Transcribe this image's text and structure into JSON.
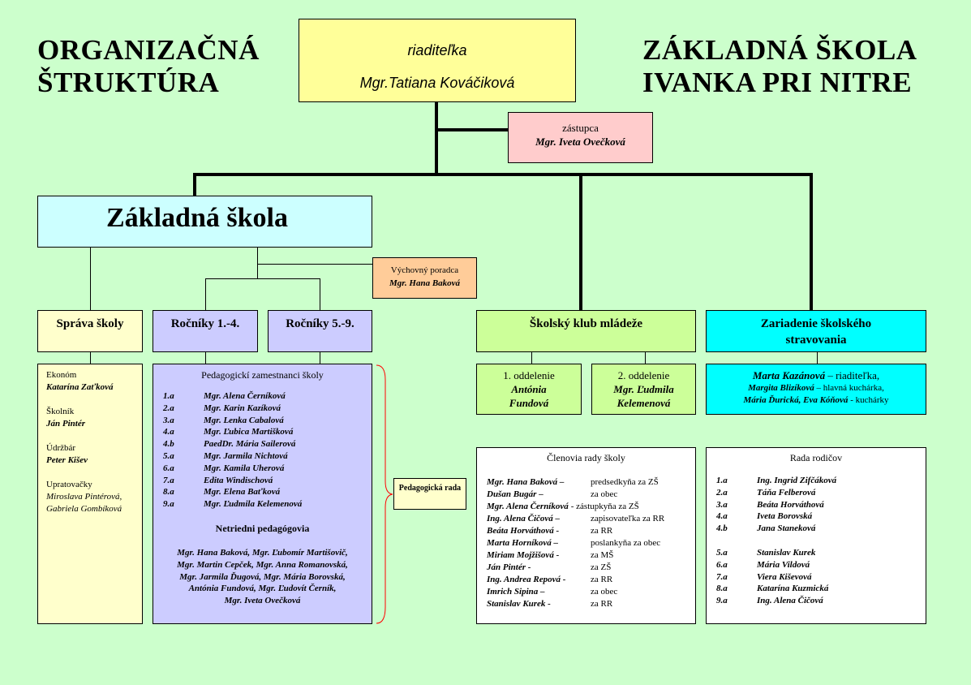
{
  "header": {
    "title_left": [
      "ORGANIZAČNÁ",
      "ŠTRUKTÚRA"
    ],
    "title_right": [
      "ZÁKLADNÁ ŠKOLA",
      "IVANKA PRI NITRE"
    ]
  },
  "director": {
    "role": "riaditeľka",
    "name": "Mgr.Tatiana Kováčiková"
  },
  "deputy": {
    "role": "zástupca",
    "name": "Mgr. Iveta Ovečková"
  },
  "school": {
    "title": "Základná škola"
  },
  "counselor": {
    "role": "Výchovný poradca",
    "name": "Mgr. Hana Baková"
  },
  "columns": {
    "sprava": "Správa školy",
    "rocniky14": "Ročníky 1.-4.",
    "rocniky59": "Ročníky 5.-9.",
    "klub": "Školský klub mládeže",
    "stravovanie": "Zariadenie školského stravovania"
  },
  "administration": [
    {
      "role": "Ekonóm",
      "name": "Katarína Zaťková"
    },
    {
      "role": "Školník",
      "name": "Ján Pintér"
    },
    {
      "role": "Údržbár",
      "name": "Peter Kišev"
    },
    {
      "role": "Upratovačky",
      "name": "Miroslava Pintérová, Gabriela Gombíková"
    }
  ],
  "teachers": {
    "title": "Pedagogickí zamestnanci školy",
    "rows": [
      {
        "cls": "1.a",
        "name": "Mgr. Alena Černíková"
      },
      {
        "cls": "2.a",
        "name": "Mgr. Karin Kazíková"
      },
      {
        "cls": "3.a",
        "name": "Mgr. Lenka Cabalová"
      },
      {
        "cls": "4.a",
        "name": "Mgr. Ľubica Martišková"
      },
      {
        "cls": "4.b",
        "name": "PaedDr. Mária Sailerová"
      },
      {
        "cls": "5.a",
        "name": "Mgr. Jarmila Nichtová"
      },
      {
        "cls": "6.a",
        "name": "Mgr. Kamila Uherová"
      },
      {
        "cls": "7.a",
        "name": "Edita Windischová"
      },
      {
        "cls": "8.a",
        "name": "Mgr. Elena Baťková"
      },
      {
        "cls": "9.a",
        "name": "Mgr. Ľudmila Kelemenová"
      }
    ],
    "subtitle": "Netriedni pedagógovia",
    "others": [
      "Mgr. Hana Baková, Mgr. Ľubomír Martišovič,",
      "Mgr. Martin Cepček, Mgr. Anna Romanovská,",
      "Mgr. Jarmila Ďugová, Mgr. Mária Borovská,",
      "Antónia Fundová, Mgr. Ľudovít Černík,",
      "Mgr. Iveta Ovečková"
    ]
  },
  "ped_rada": "Pedagogická rada",
  "club": [
    {
      "title": "1. oddelenie",
      "name": "Antónia Fundová"
    },
    {
      "title": "2. oddelenie",
      "name": "Mgr. Ľudmila Kelemenová"
    }
  ],
  "canteen": {
    "l1_name": "Marta Kazánová",
    "l1_role": " – riaditeľka,",
    "l2_name": "Margita Blizíková",
    "l2_role": " – hlavná kuchárka,",
    "l3_name": "Mária Ďurická, Eva Kóňová",
    "l3_role": " - kuchárky"
  },
  "board": {
    "title": "Členovia rady školy",
    "rows": [
      {
        "name": "Mgr. Hana Baková –",
        "role": "predsedkyňa za ZŠ"
      },
      {
        "name": "Dušan Bugár –",
        "role": "za obec"
      },
      {
        "name": "Mgr. Alena Černíková",
        "role": "- zástupkyňa za ZŠ"
      },
      {
        "name": "Ing. Alena Čičová –",
        "role": "zapisovateľka za RR"
      },
      {
        "name": "Beáta Horváthová -",
        "role": "za RR"
      },
      {
        "name": "Marta Horníková –",
        "role": "poslankyňa za obec"
      },
      {
        "name": "Miriam Mojžišová -",
        "role": "za MŠ"
      },
      {
        "name": "Ján Pintér -",
        "role": "za ZŠ"
      },
      {
        "name": "Ing. Andrea Repová -",
        "role": "za RR"
      },
      {
        "name": "Imrich Sipina –",
        "role": "za obec"
      },
      {
        "name": "Stanislav Kurek -",
        "role": "za RR"
      }
    ]
  },
  "parents": {
    "title": "Rada rodičov",
    "rows1": [
      {
        "cls": "1.a",
        "name": "Ing. Ingrid Zifčáková"
      },
      {
        "cls": "2.a",
        "name": "Táňa Felberová"
      },
      {
        "cls": "3.a",
        "name": "Beáta Horváthová"
      },
      {
        "cls": "4.a",
        "name": "Iveta Borovská"
      },
      {
        "cls": "4.b",
        "name": "Jana Staneková"
      }
    ],
    "rows2": [
      {
        "cls": "5.a",
        "name": "Stanislav Kurek"
      },
      {
        "cls": "6.a",
        "name": "Mária Vildová"
      },
      {
        "cls": "7.a",
        "name": "Viera Kiševová"
      },
      {
        "cls": "8.a",
        "name": "Katarína Kuzmická"
      },
      {
        "cls": "9.a",
        "name": "Ing. Alena Čičová"
      }
    ]
  },
  "colors": {
    "background": "#ccffcc",
    "director": "#ffff99",
    "deputy": "#ffcccc",
    "school": "#ccffff",
    "counselor": "#ffcc99",
    "yellow_col": "#ffffcc",
    "lavender": "#ccccff",
    "club": "#ccff99",
    "canteen": "#00ffff",
    "white": "#ffffff"
  }
}
